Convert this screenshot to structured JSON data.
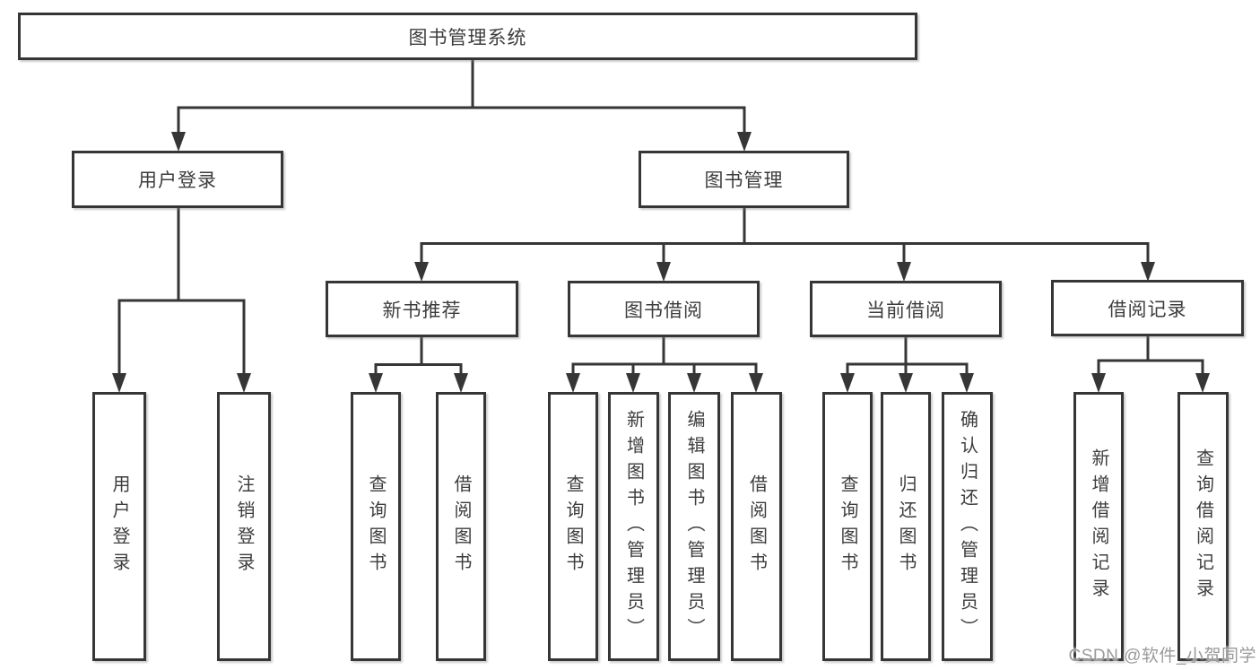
{
  "diagram": {
    "title": "图书管理系统",
    "type": "hierarchy",
    "tree": {
      "label": "图书管理系统",
      "children": [
        {
          "label": "用户登录",
          "children": [
            {
              "label": "用户登录"
            },
            {
              "label": "注销登录"
            }
          ]
        },
        {
          "label": "图书管理",
          "children": [
            {
              "label": "新书推荐",
              "children": [
                {
                  "label": "查询图书"
                },
                {
                  "label": "借阅图书"
                }
              ]
            },
            {
              "label": "图书借阅",
              "children": [
                {
                  "label": "查询图书"
                },
                {
                  "label": "新增图书（管理员）"
                },
                {
                  "label": "编辑图书（管理员）"
                },
                {
                  "label": "借阅图书"
                }
              ]
            },
            {
              "label": "当前借阅",
              "children": [
                {
                  "label": "查询图书"
                },
                {
                  "label": "归还图书"
                },
                {
                  "label": "确认归还（管理员）"
                }
              ]
            },
            {
              "label": "借阅记录",
              "children": [
                {
                  "label": "新增借阅记录"
                },
                {
                  "label": "查询借阅记录"
                }
              ]
            }
          ]
        }
      ]
    },
    "watermark": "CSDN @软件_小贺同学",
    "colors": {
      "line": "#363636",
      "box_border": "#363636",
      "text": "#3d3d3d",
      "background": "#ffffff",
      "watermark": "#9a9a9a"
    }
  }
}
